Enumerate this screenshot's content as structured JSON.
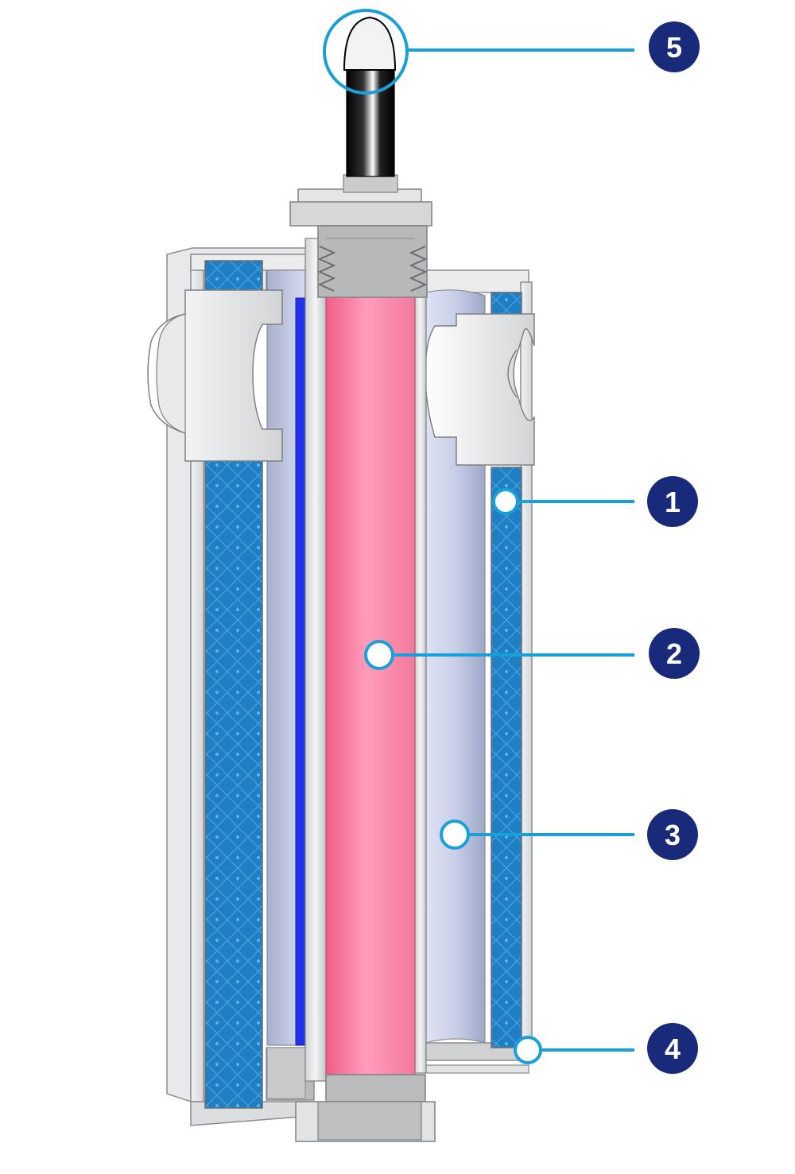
{
  "callouts": [
    {
      "label": "5",
      "target": "plunger-tip"
    },
    {
      "label": "1",
      "target": "coil-winding"
    },
    {
      "label": "2",
      "target": "plunger-core"
    },
    {
      "label": "3",
      "target": "air-gap-sleeve"
    },
    {
      "label": "4",
      "target": "housing-base"
    }
  ],
  "colors": {
    "callout_badge": "#1a2a7a",
    "leader_line": "#1aa0d8",
    "housing": "#e6e7e8",
    "coil": "#1f7fc4",
    "core": "#ff8fb1",
    "sleeve": "#c4cbe6",
    "inner_stripe": "#2233ee",
    "pin": "#111111"
  }
}
